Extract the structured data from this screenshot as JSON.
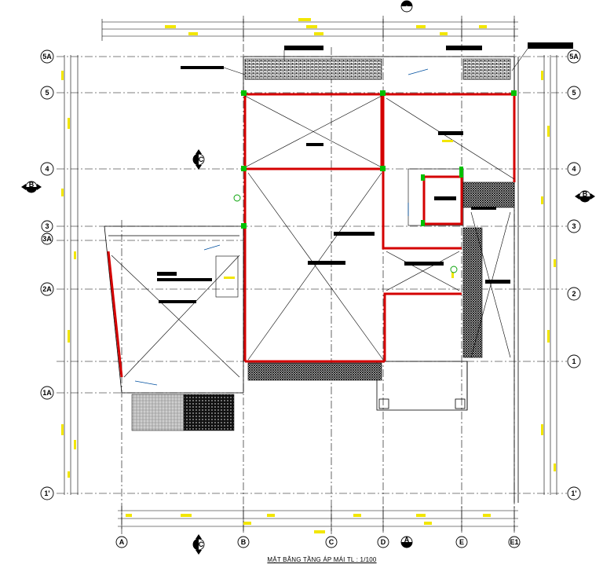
{
  "drawing_title": "MẶT BẰNG TẦNG ÁP MÁI  TL : 1/100",
  "grid": {
    "columns": [
      "A",
      "B",
      "C",
      "D",
      "E",
      "E1"
    ],
    "rows_left": [
      "5A",
      "5",
      "4",
      "3",
      "3A",
      "2A",
      "1A",
      "1'"
    ],
    "rows_right": [
      "5A",
      "5",
      "4",
      "3",
      "2",
      "1",
      "1'"
    ]
  },
  "section_markers": [
    "A",
    "A",
    "B",
    "B",
    "C",
    "C"
  ],
  "colors": {
    "walls": "#d40000",
    "linework": "#000000",
    "dimensions": "#f2e600",
    "columns": "#00c000",
    "hatch_gray": "#9a9a9a"
  }
}
